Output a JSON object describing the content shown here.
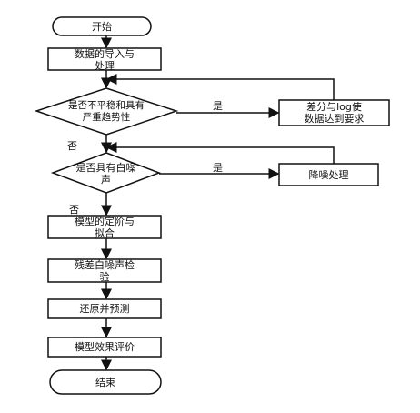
{
  "flowchart": {
    "start": "开始",
    "step_import": [
      "数据的导入与",
      "处理"
    ],
    "decision_stationary": [
      "是否不平稳和具有",
      "严重趋势性"
    ],
    "step_diff": [
      "差分与log使",
      "数据达到要求"
    ],
    "decision_noise": [
      "是否具有白噪",
      "声"
    ],
    "step_denoise": "降噪处理",
    "step_order_fit": [
      "模型的定阶与",
      "拟合"
    ],
    "step_residual": [
      "残差白噪声检",
      "验"
    ],
    "step_restore": "还原并预测",
    "step_eval": "模型效果评价",
    "end": "结束",
    "yes_label": "是",
    "no_label": "否"
  },
  "colors": {
    "stroke": "#111111",
    "fill": "#ffffff",
    "text": "#111111"
  }
}
